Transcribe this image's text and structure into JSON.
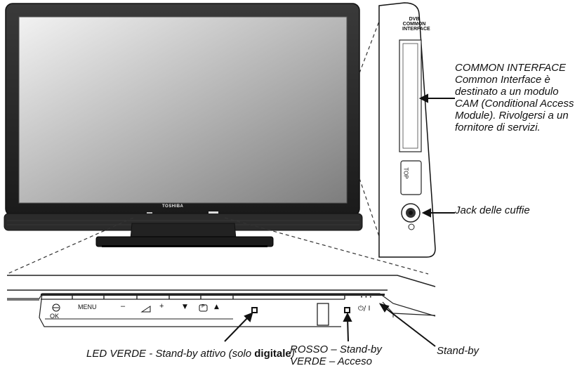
{
  "tv": {
    "brand": "TOSHIBA",
    "side_panel": {
      "slot_label_line1": "DVB COMMON",
      "slot_label_line2": "INTERFACE",
      "top_label": "TOP"
    }
  },
  "control_strip": {
    "ok_label": "OK",
    "menu_label": "MENU",
    "vol_minus": "–",
    "vol_plus": "+",
    "prog_down": "▼",
    "prog_p": "P",
    "prog_up": "▲",
    "power_label": "⏻/ I",
    "dots": "• • •"
  },
  "callouts": {
    "common_interface": {
      "title": "COMMON INTERFACE",
      "body": "Common Interface è destinato a un modulo CAM (Conditional Access Module). Rivolgersi a un fornitore di servizi."
    },
    "jack": "Jack delle cuffie",
    "led_verde_pre": "LED VERDE - Stand-by attivo (solo ",
    "led_verde_bold": "digitale",
    "led_verde_post": ")",
    "rosso_line1": "ROSSO – Stand-by",
    "rosso_line2": "VERDE – Acceso",
    "standby": "Stand-by"
  },
  "colors": {
    "bezel": "#2a2a2a",
    "screen_light": "#eaeaea",
    "screen_dark": "#8a8a8a",
    "stand": "#1c1c1c"
  }
}
